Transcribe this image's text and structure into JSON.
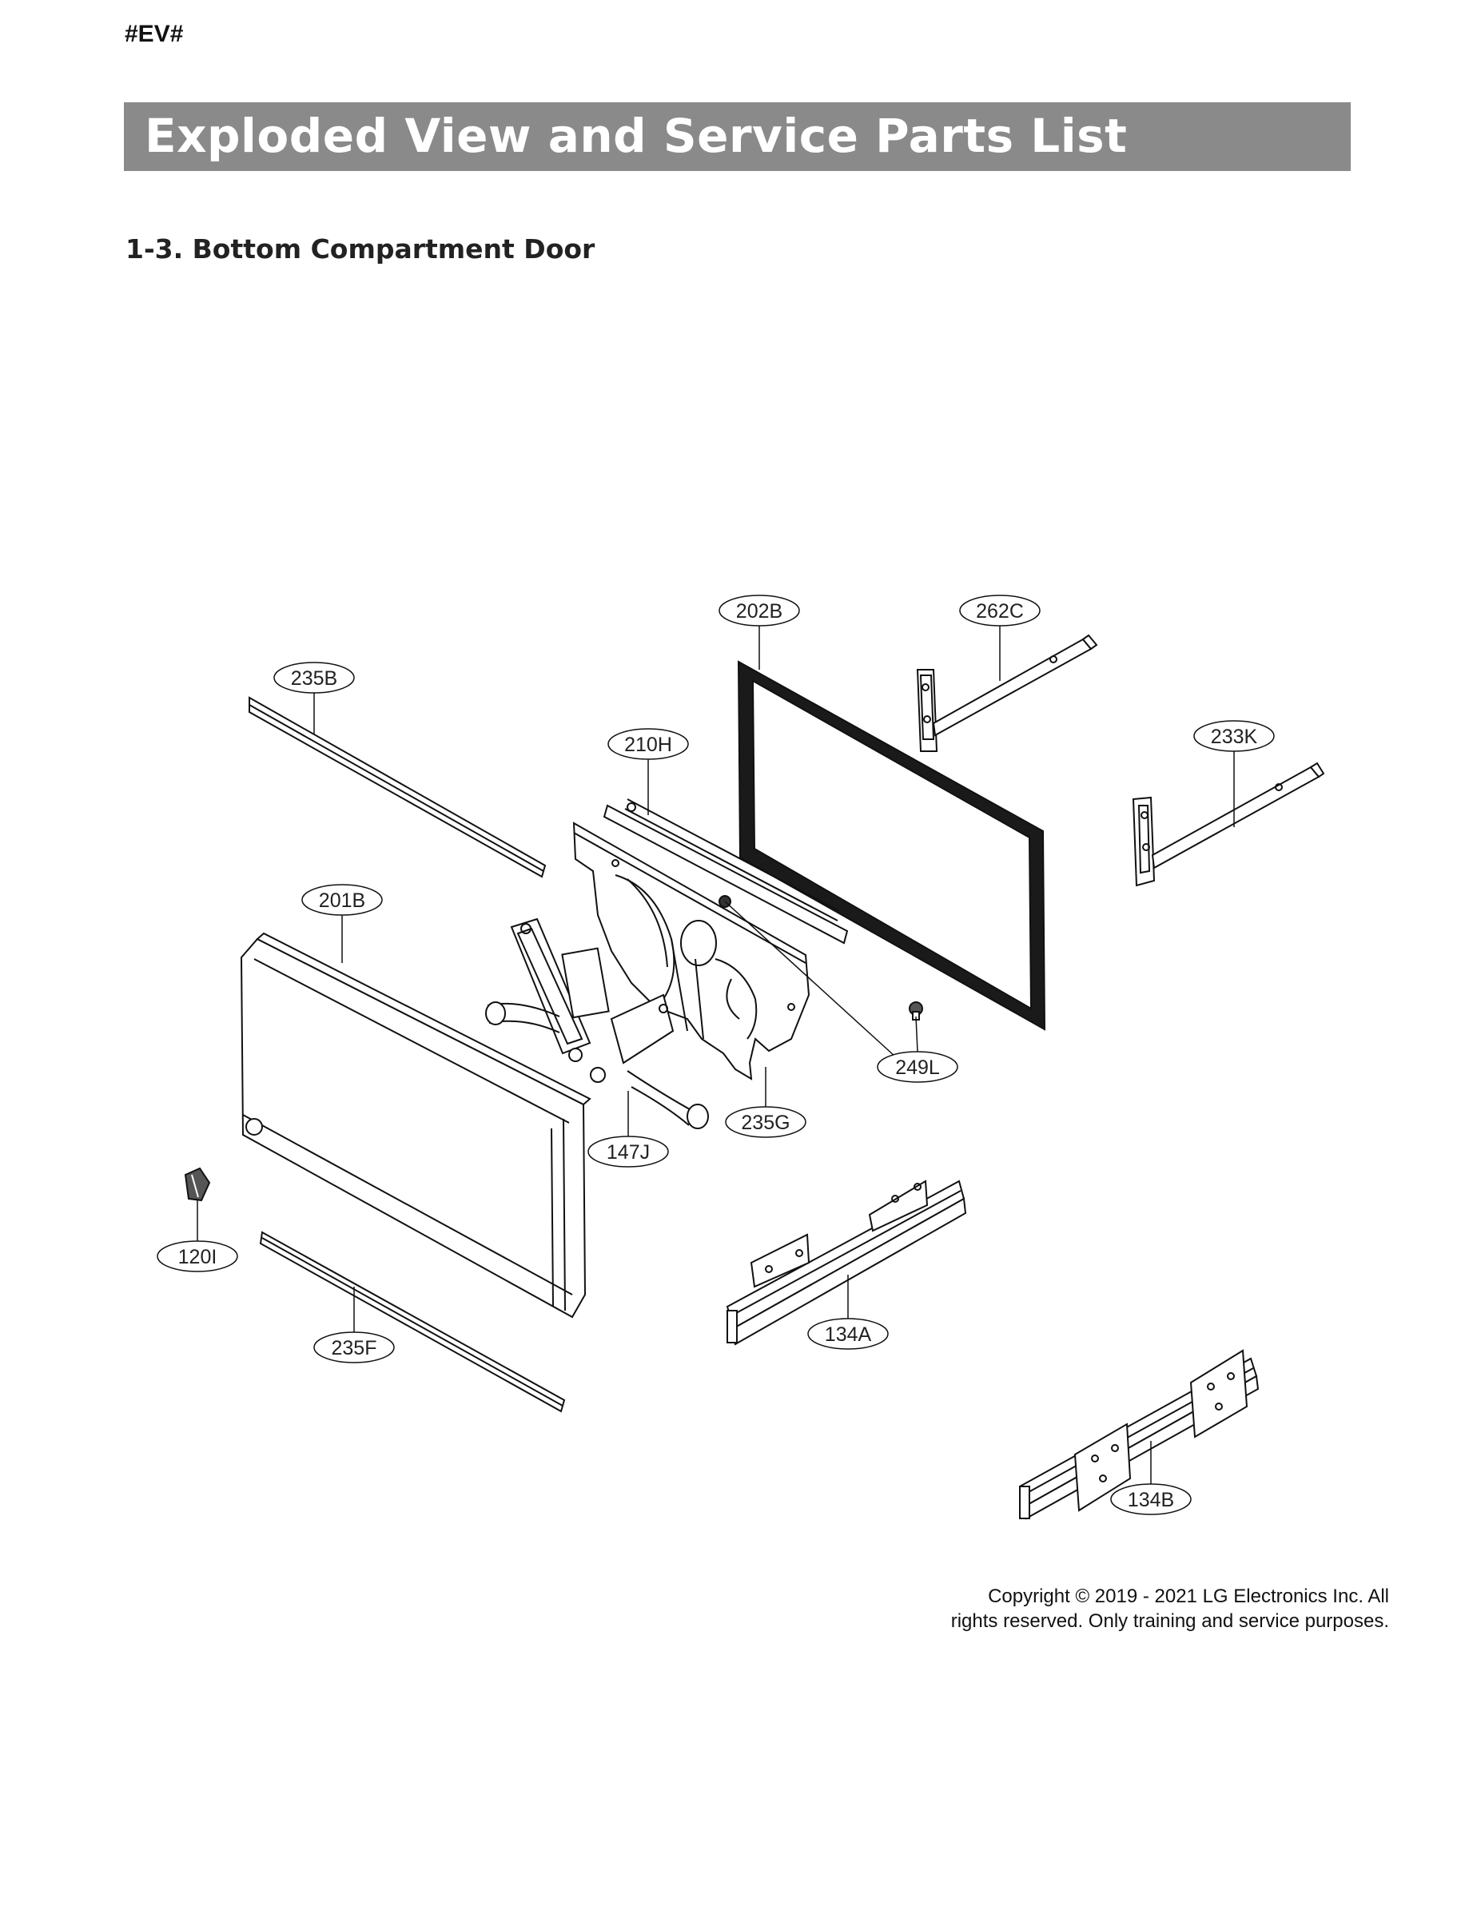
{
  "header": {
    "tag": "#EV#",
    "title": "Exploded View and Service Parts List",
    "section": "1-3. Bottom Compartment Door"
  },
  "callouts": {
    "c202B": "202B",
    "c262C": "262C",
    "c235B": "235B",
    "c210H": "210H",
    "c233K": "233K",
    "c201B": "201B",
    "c249L": "249L",
    "c235G": "235G",
    "c147J": "147J",
    "c120I": "120I",
    "c134A": "134A",
    "c235F": "235F",
    "c134B": "134B"
  },
  "footer": {
    "line1": "Copyright © 2019 - 2021 LG Electronics Inc. All",
    "line2": "rights reserved. Only training and service purposes."
  },
  "colors": {
    "banner": "#8a8a8a",
    "ink": "#111111"
  }
}
